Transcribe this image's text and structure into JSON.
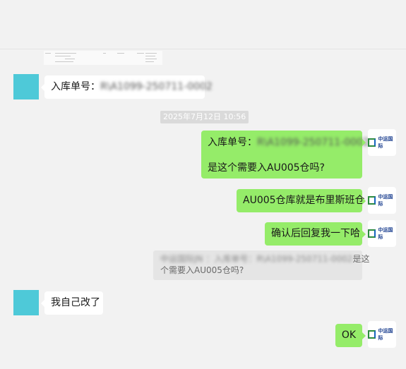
{
  "timestamp": "2025年7月12日 10:56",
  "messages": {
    "m1": {
      "label": "入库单号：",
      "blurred": "R\\A1099-250711-0002"
    },
    "m2": {
      "label": "入库单号：",
      "blurred": "R\\A1099-250711-0002",
      "line2": "是这个需要入AU005仓吗?"
    },
    "m3": {
      "text": "AU005仓库就是布里斯班仓"
    },
    "m4": {
      "text": "确认后回复我一下哈"
    },
    "quote": {
      "blurred": "中运国际JN ：入库单号：R\\A1099-250711-0002",
      "tail": "是这",
      "line2": "个需要入AU005仓吗?"
    },
    "m5": {
      "text": "我自己改了"
    },
    "m6": {
      "text": "OK"
    }
  },
  "logo": {
    "text": "中运国际",
    "icon": "zy-logo-icon"
  },
  "colors": {
    "background": "#f2f2f2",
    "sent_bubble": "#95ec69",
    "received_bubble": "#ffffff",
    "avatar": "#4ec9d8"
  }
}
